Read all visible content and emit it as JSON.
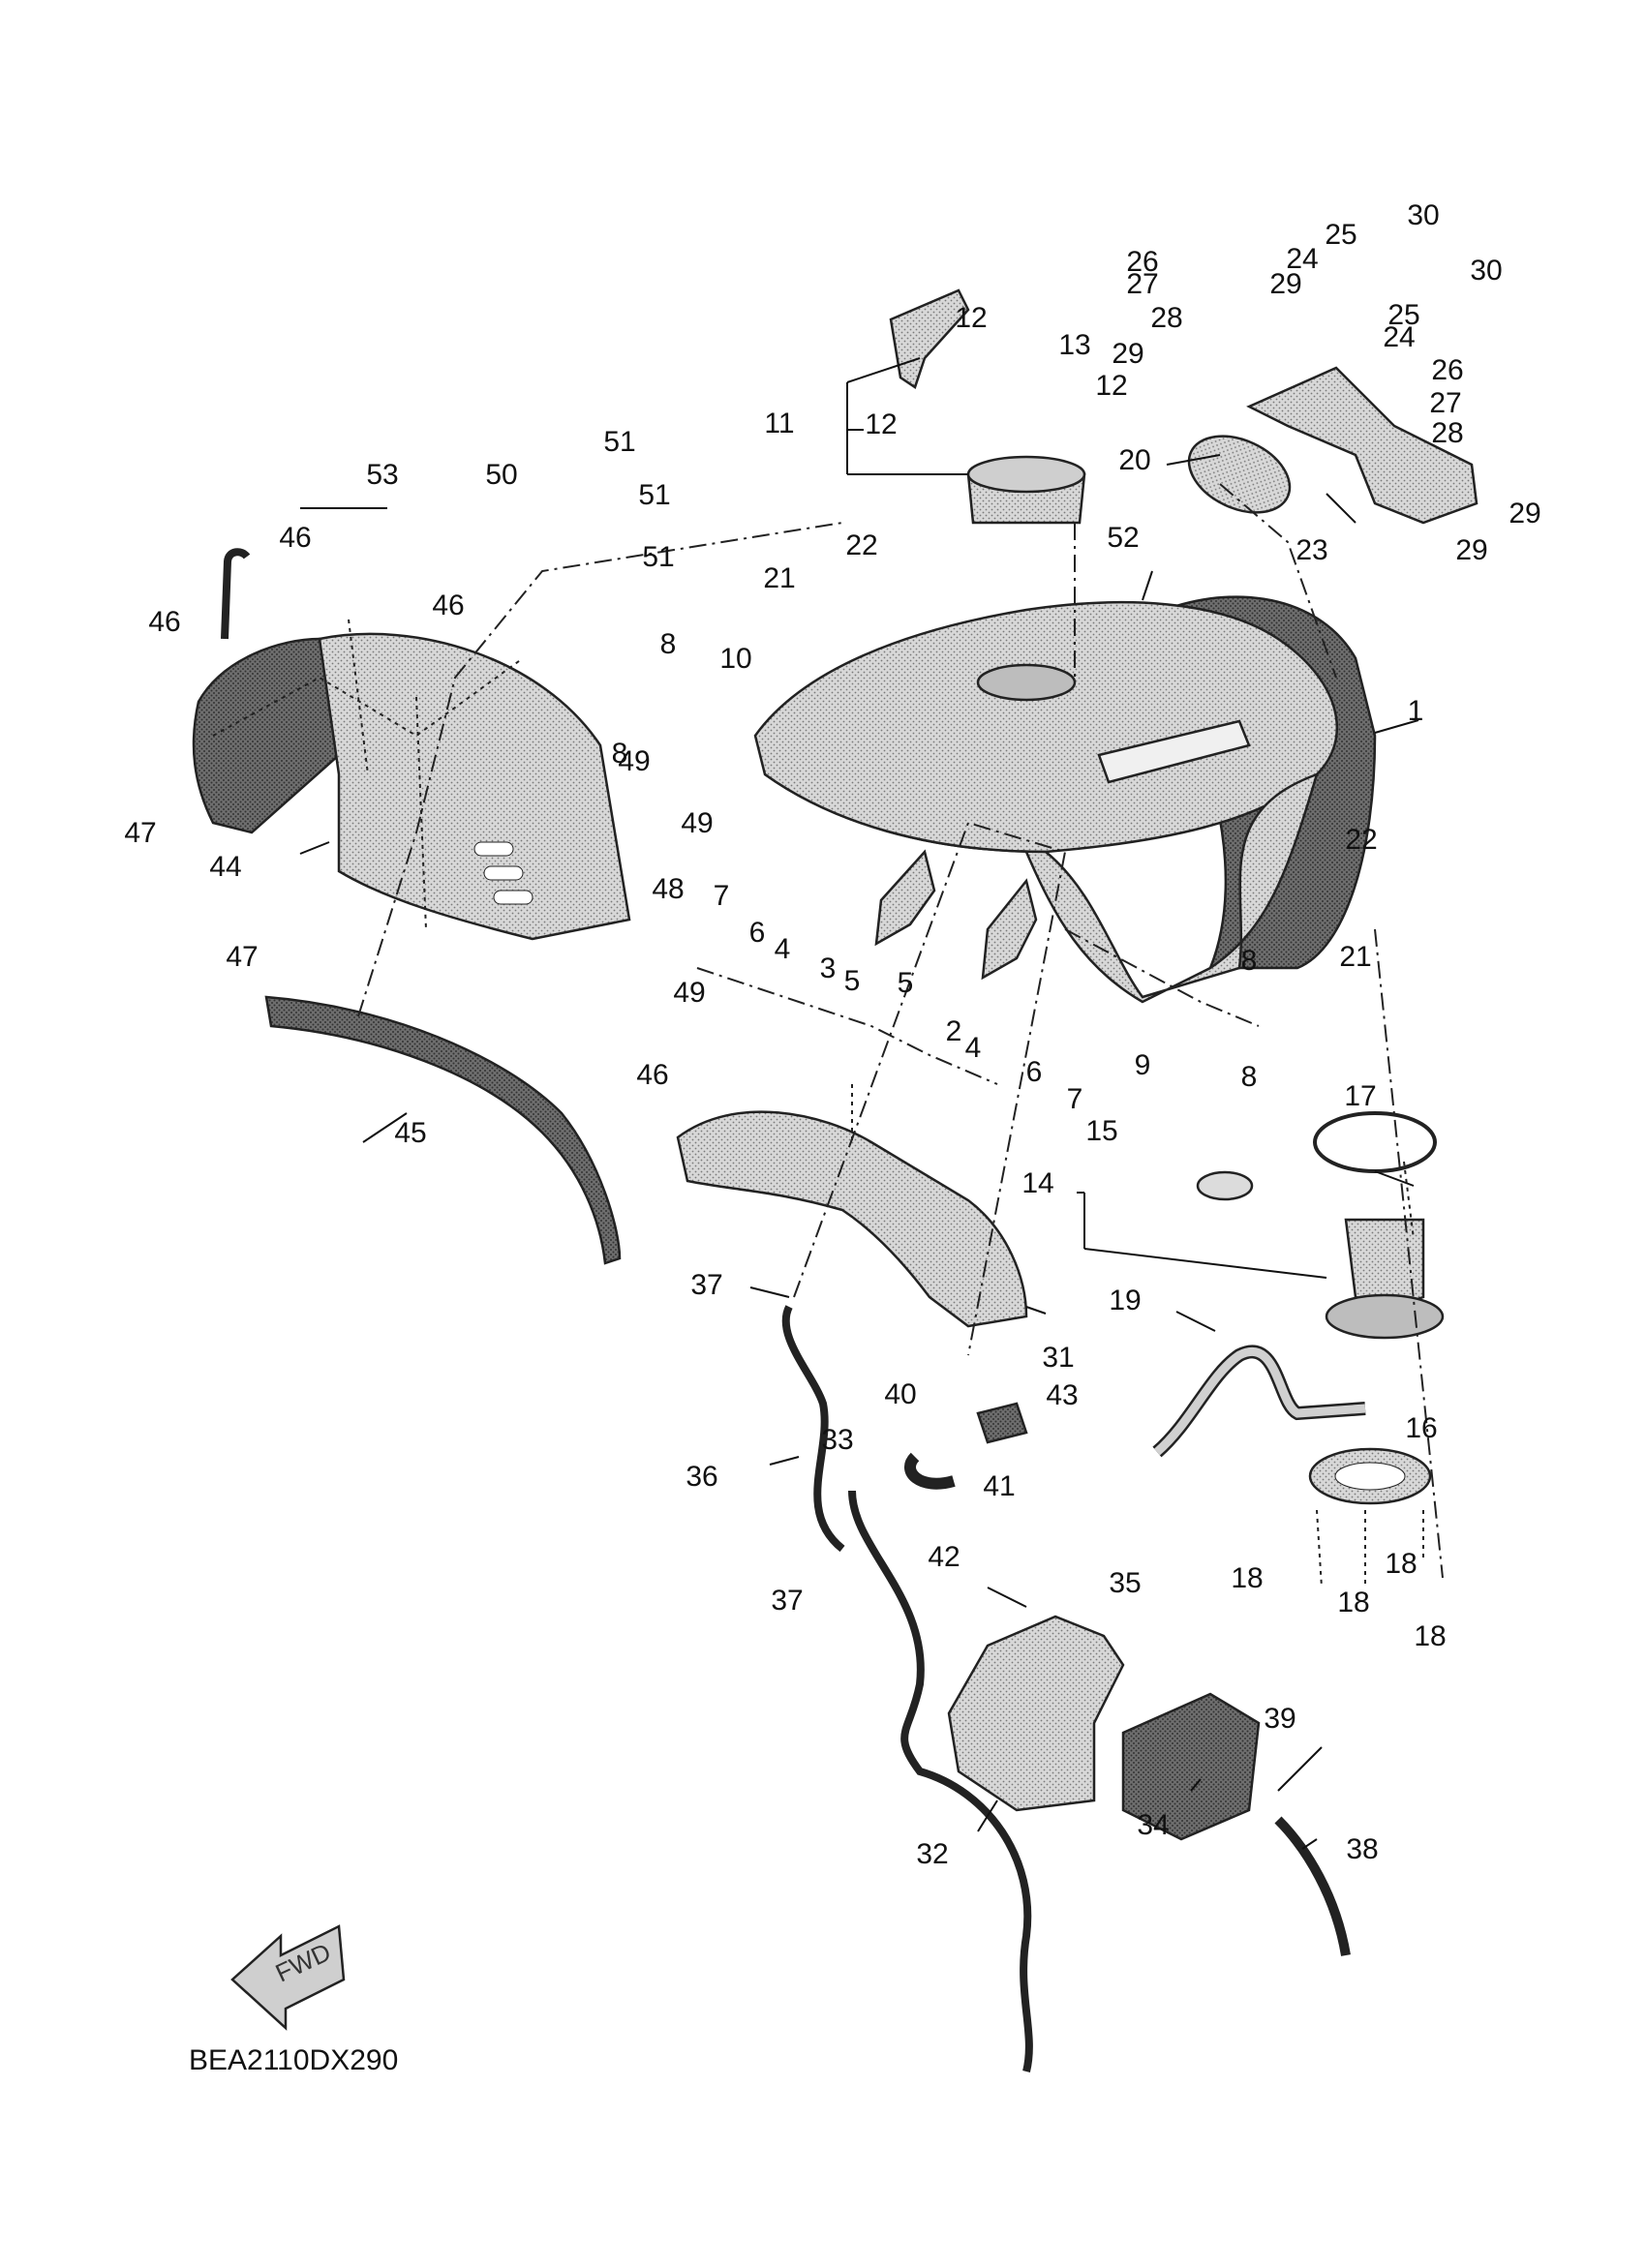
{
  "diagram": {
    "code": "BEA2110DX290",
    "fwd_label": "FWD"
  },
  "callouts": [
    {
      "label": "1"
    },
    {
      "label": "2"
    },
    {
      "label": "3"
    },
    {
      "label": "4"
    },
    {
      "label": "4"
    },
    {
      "label": "5"
    },
    {
      "label": "5"
    },
    {
      "label": "6"
    },
    {
      "label": "6"
    },
    {
      "label": "7"
    },
    {
      "label": "7"
    },
    {
      "label": "8"
    },
    {
      "label": "8"
    },
    {
      "label": "8"
    },
    {
      "label": "8"
    },
    {
      "label": "9"
    },
    {
      "label": "10"
    },
    {
      "label": "11"
    },
    {
      "label": "12"
    },
    {
      "label": "12"
    },
    {
      "label": "12"
    },
    {
      "label": "13"
    },
    {
      "label": "14"
    },
    {
      "label": "15"
    },
    {
      "label": "16"
    },
    {
      "label": "17"
    },
    {
      "label": "18"
    },
    {
      "label": "18"
    },
    {
      "label": "18"
    },
    {
      "label": "18"
    },
    {
      "label": "19"
    },
    {
      "label": "20"
    },
    {
      "label": "21"
    },
    {
      "label": "21"
    },
    {
      "label": "22"
    },
    {
      "label": "22"
    },
    {
      "label": "23"
    },
    {
      "label": "24"
    },
    {
      "label": "24"
    },
    {
      "label": "25"
    },
    {
      "label": "25"
    },
    {
      "label": "26"
    },
    {
      "label": "26"
    },
    {
      "label": "27"
    },
    {
      "label": "27"
    },
    {
      "label": "28"
    },
    {
      "label": "28"
    },
    {
      "label": "29"
    },
    {
      "label": "29"
    },
    {
      "label": "29"
    },
    {
      "label": "29"
    },
    {
      "label": "30"
    },
    {
      "label": "30"
    },
    {
      "label": "31"
    },
    {
      "label": "32"
    },
    {
      "label": "33"
    },
    {
      "label": "34"
    },
    {
      "label": "35"
    },
    {
      "label": "36"
    },
    {
      "label": "37"
    },
    {
      "label": "37"
    },
    {
      "label": "38"
    },
    {
      "label": "39"
    },
    {
      "label": "40"
    },
    {
      "label": "41"
    },
    {
      "label": "42"
    },
    {
      "label": "43"
    },
    {
      "label": "44"
    },
    {
      "label": "45"
    },
    {
      "label": "46"
    },
    {
      "label": "46"
    },
    {
      "label": "46"
    },
    {
      "label": "46"
    },
    {
      "label": "47"
    },
    {
      "label": "47"
    },
    {
      "label": "48"
    },
    {
      "label": "49"
    },
    {
      "label": "49"
    },
    {
      "label": "49"
    },
    {
      "label": "50"
    },
    {
      "label": "51"
    },
    {
      "label": "51"
    },
    {
      "label": "51"
    },
    {
      "label": "52"
    },
    {
      "label": "53"
    }
  ]
}
